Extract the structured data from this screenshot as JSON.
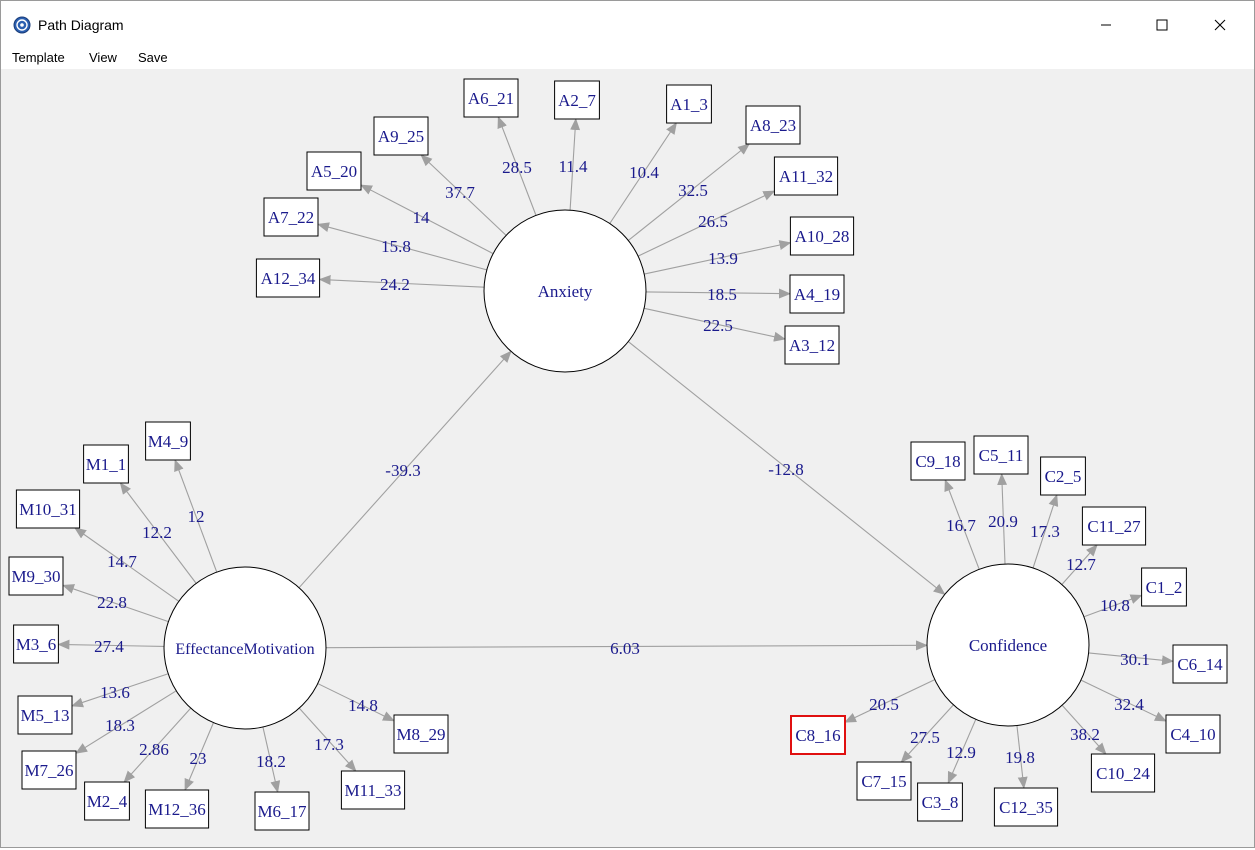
{
  "window": {
    "title": "Path Diagram",
    "icon": "r-app-icon"
  },
  "menu": [
    {
      "label": "Template"
    },
    {
      "label": "View"
    },
    {
      "label": "Save"
    }
  ],
  "colors": {
    "label_text": "#1a1a8c",
    "arrow": "#a0a0a0",
    "selected_border": "#e01010",
    "canvas_bg": "#f0f0f0"
  },
  "diagram": {
    "constructs": [
      {
        "id": "Anxiety",
        "label": "Anxiety"
      },
      {
        "id": "EffectanceMotivation",
        "label": "EffectanceMotivation"
      },
      {
        "id": "Confidence",
        "label": "Confidence"
      }
    ],
    "indicators": [
      {
        "id": "A6_21",
        "label": "A6_21",
        "construct": "Anxiety",
        "weight": "28.5"
      },
      {
        "id": "A2_7",
        "label": "A2_7",
        "construct": "Anxiety",
        "weight": "11.4"
      },
      {
        "id": "A1_3",
        "label": "A1_3",
        "construct": "Anxiety",
        "weight": "10.4"
      },
      {
        "id": "A8_23",
        "label": "A8_23",
        "construct": "Anxiety",
        "weight": "32.5"
      },
      {
        "id": "A11_32",
        "label": "A11_32",
        "construct": "Anxiety",
        "weight": "26.5"
      },
      {
        "id": "A10_28",
        "label": "A10_28",
        "construct": "Anxiety",
        "weight": "13.9"
      },
      {
        "id": "A4_19",
        "label": "A4_19",
        "construct": "Anxiety",
        "weight": "18.5"
      },
      {
        "id": "A3_12",
        "label": "A3_12",
        "construct": "Anxiety",
        "weight": "22.5"
      },
      {
        "id": "A9_25",
        "label": "A9_25",
        "construct": "Anxiety",
        "weight": "37.7"
      },
      {
        "id": "A5_20",
        "label": "A5_20",
        "construct": "Anxiety",
        "weight": "14"
      },
      {
        "id": "A7_22",
        "label": "A7_22",
        "construct": "Anxiety",
        "weight": "15.8"
      },
      {
        "id": "A12_34",
        "label": "A12_34",
        "construct": "Anxiety",
        "weight": "24.2"
      },
      {
        "id": "M4_9",
        "label": "M4_9",
        "construct": "EffectanceMotivation",
        "weight": "12"
      },
      {
        "id": "M1_1",
        "label": "M1_1",
        "construct": "EffectanceMotivation",
        "weight": "12.2"
      },
      {
        "id": "M10_31",
        "label": "M10_31",
        "construct": "EffectanceMotivation",
        "weight": "14.7"
      },
      {
        "id": "M9_30",
        "label": "M9_30",
        "construct": "EffectanceMotivation",
        "weight": "22.8"
      },
      {
        "id": "M3_6",
        "label": "M3_6",
        "construct": "EffectanceMotivation",
        "weight": "27.4"
      },
      {
        "id": "M5_13",
        "label": "M5_13",
        "construct": "EffectanceMotivation",
        "weight": "13.6"
      },
      {
        "id": "M7_26",
        "label": "M7_26",
        "construct": "EffectanceMotivation",
        "weight": "18.3"
      },
      {
        "id": "M2_4",
        "label": "M2_4",
        "construct": "EffectanceMotivation",
        "weight": "2.86"
      },
      {
        "id": "M12_36",
        "label": "M12_36",
        "construct": "EffectanceMotivation",
        "weight": "23"
      },
      {
        "id": "M6_17",
        "label": "M6_17",
        "construct": "EffectanceMotivation",
        "weight": "18.2"
      },
      {
        "id": "M11_33",
        "label": "M11_33",
        "construct": "EffectanceMotivation",
        "weight": "17.3"
      },
      {
        "id": "M8_29",
        "label": "M8_29",
        "construct": "EffectanceMotivation",
        "weight": "14.8"
      },
      {
        "id": "C9_18",
        "label": "C9_18",
        "construct": "Confidence",
        "weight": "16.7"
      },
      {
        "id": "C5_11",
        "label": "C5_11",
        "construct": "Confidence",
        "weight": "20.9"
      },
      {
        "id": "C2_5",
        "label": "C2_5",
        "construct": "Confidence",
        "weight": "17.3"
      },
      {
        "id": "C11_27",
        "label": "C11_27",
        "construct": "Confidence",
        "weight": "12.7"
      },
      {
        "id": "C1_2",
        "label": "C1_2",
        "construct": "Confidence",
        "weight": "10.8"
      },
      {
        "id": "C6_14",
        "label": "C6_14",
        "construct": "Confidence",
        "weight": "30.1"
      },
      {
        "id": "C4_10",
        "label": "C4_10",
        "construct": "Confidence",
        "weight": "32.4"
      },
      {
        "id": "C10_24",
        "label": "C10_24",
        "construct": "Confidence",
        "weight": "38.2"
      },
      {
        "id": "C12_35",
        "label": "C12_35",
        "construct": "Confidence",
        "weight": "19.8"
      },
      {
        "id": "C3_8",
        "label": "C3_8",
        "construct": "Confidence",
        "weight": "12.9"
      },
      {
        "id": "C7_15",
        "label": "C7_15",
        "construct": "Confidence",
        "weight": "27.5"
      },
      {
        "id": "C8_16",
        "label": "C8_16",
        "construct": "Confidence",
        "weight": "20.5",
        "selected": true
      }
    ],
    "paths": [
      {
        "from": "EffectanceMotivation",
        "to": "Anxiety",
        "weight": "-39.3"
      },
      {
        "from": "Anxiety",
        "to": "Confidence",
        "weight": "-12.8"
      },
      {
        "from": "EffectanceMotivation",
        "to": "Confidence",
        "weight": "6.03"
      }
    ]
  }
}
